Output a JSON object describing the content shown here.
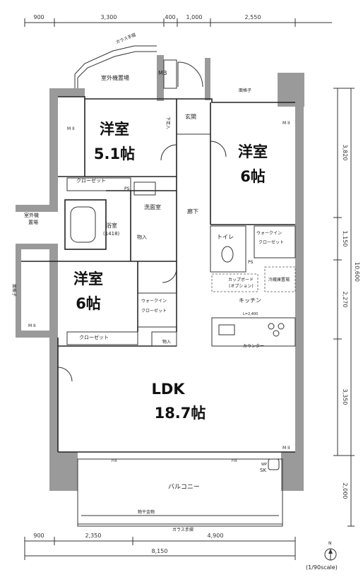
{
  "dimensions": {
    "top": [
      "900",
      "3,300",
      "400",
      "1,000",
      "2,550"
    ],
    "bottom_parts": [
      "900",
      "2,350",
      "4,900"
    ],
    "bottom_total": "8,150",
    "right_parts": [
      "3,820",
      "1,150",
      "2,270",
      "3,350",
      "2,000"
    ],
    "right_total": "10,600"
  },
  "rooms": {
    "bedroom1_name": "洋室",
    "bedroom1_size": "5.1帖",
    "bedroom2_name": "洋室",
    "bedroom2_size": "6帖",
    "bedroom3_name": "洋室",
    "bedroom3_size": "6帖",
    "ldk_name": "LDK",
    "ldk_size": "18.7帖"
  },
  "labels": {
    "outdoor_unit_top": "室外機置場",
    "glass_rail_top": "ガラス手摺",
    "mb": "MB",
    "face_lattice": "面格子",
    "hall_storage": "下足入",
    "entrance": "玄関",
    "closet1": "クローゼット",
    "closet2": "クローゼット",
    "ps1": "PS",
    "ps2": "PS",
    "corridor": "廊下",
    "washroom": "洗面室",
    "bath": "浴室",
    "bath_size": "(1418)",
    "storage": "物入",
    "toilet": "トイレ",
    "walkin1": "ウォークイン",
    "walkin1b": "クローゼット",
    "walkin2": "ウォークイン",
    "walkin2b": "クローゼット",
    "outdoor_unit_left": "室外機",
    "outdoor_unit_left2": "置場",
    "face_lattice_left": "面格子",
    "cupboard": "カップボード",
    "cupboard_opt": "(オプション)",
    "fridge": "冷蔵庫置場",
    "kitchen": "キッチン",
    "counter": "カウンター",
    "l_dim": "L=2,400",
    "storage2": "物入",
    "balcony": "バルコニー",
    "fix1": "FIX",
    "fix2": "FIX",
    "sk": "SK",
    "wp": "WP",
    "drying": "物干金物",
    "glass_rail_bottom": "ガラス手摺",
    "mh1": "M II",
    "mh2": "M II",
    "mh3": "M II",
    "mh4": "M II",
    "north": "N",
    "scale": "(1/90scale)"
  }
}
